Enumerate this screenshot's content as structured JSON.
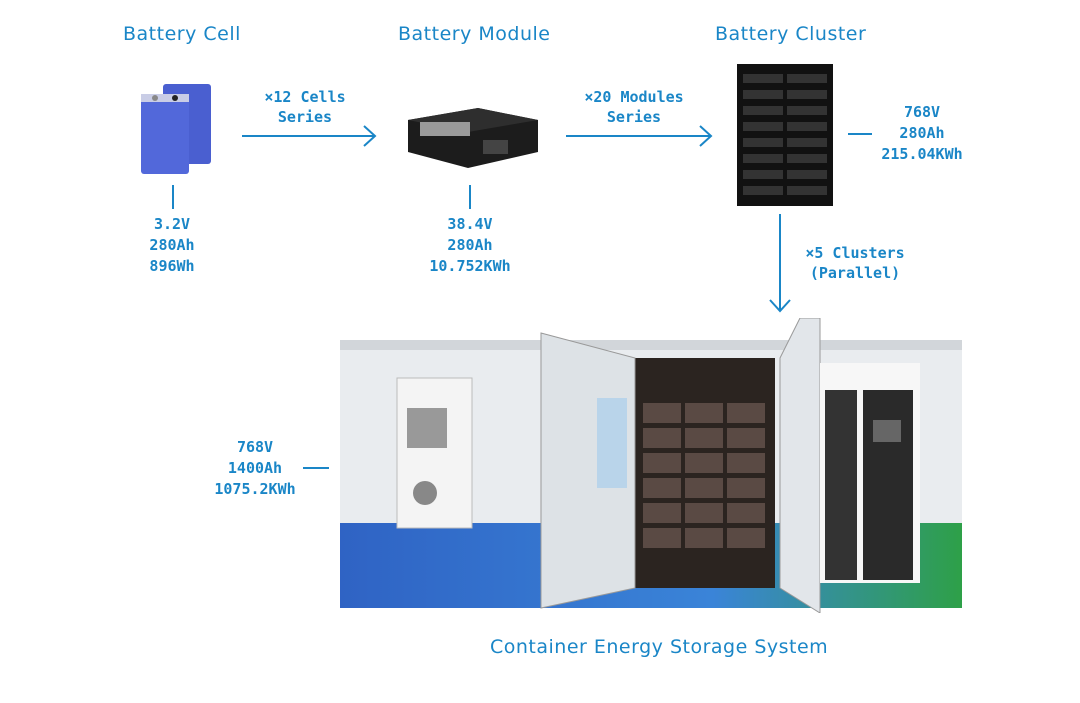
{
  "accent_color": "#1a86c7",
  "stages": {
    "cell": {
      "title": "Battery Cell",
      "specs": [
        "3.2V",
        "280Ah",
        "896Wh"
      ]
    },
    "module": {
      "title": "Battery Module",
      "specs": [
        "38.4V",
        "280Ah",
        "10.752KWh"
      ]
    },
    "cluster": {
      "title": "Battery Cluster",
      "specs": [
        "768V",
        "280Ah",
        "215.04KWh"
      ]
    },
    "container": {
      "title": "Container Energy Storage System",
      "specs": [
        "768V",
        "1400Ah",
        "1075.2KWh"
      ]
    }
  },
  "arrows": {
    "cell_to_module": [
      "×12 Cells",
      "Series"
    ],
    "module_to_cluster": [
      "×20 Modules",
      "Series"
    ],
    "cluster_to_container": [
      "×5 Clusters",
      "(Parallel)"
    ]
  }
}
